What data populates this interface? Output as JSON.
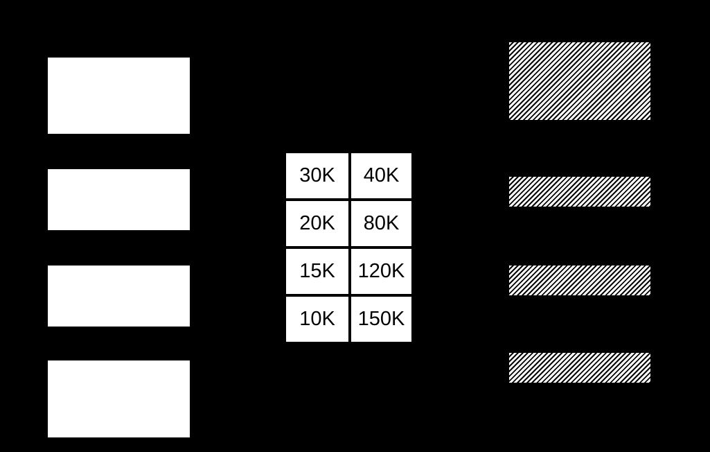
{
  "colors": {
    "background": "#000000",
    "shape_fill": "#ffffff",
    "table_cell_fill": "#ffffff",
    "table_text": "#000000",
    "hatch_line": "#ffffff",
    "hatch_gap": "#000000"
  },
  "table": {
    "rows": [
      [
        "30K",
        "40K"
      ],
      [
        "20K",
        "80K"
      ],
      [
        "15K",
        "120K"
      ],
      [
        "10K",
        "150K"
      ]
    ]
  }
}
